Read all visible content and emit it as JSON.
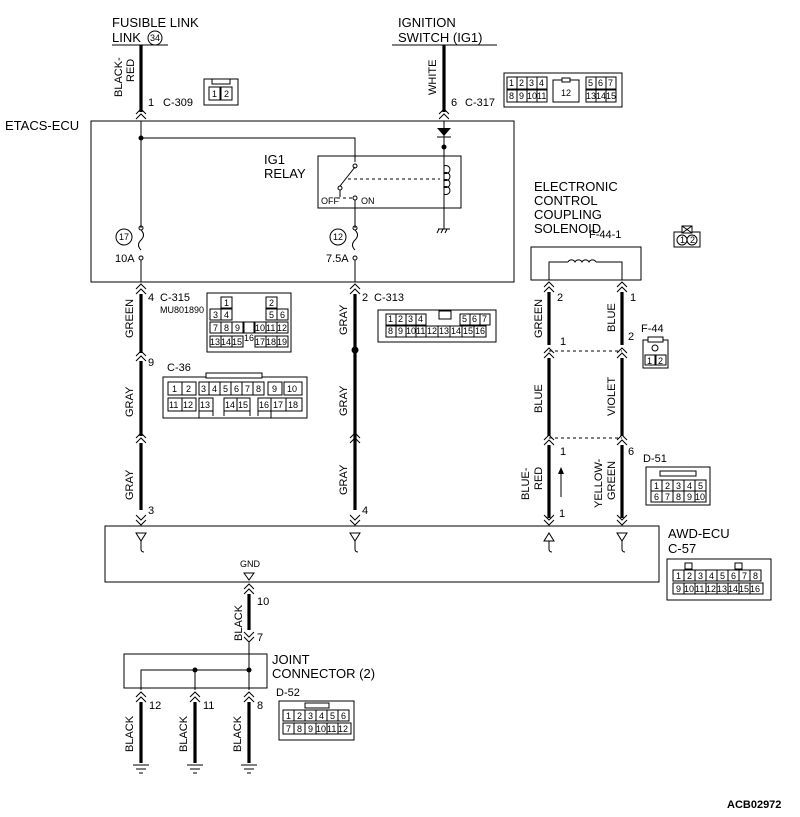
{
  "diagram_id": "ACB02972",
  "sources": {
    "fusible_link": "FUSIBLE LINK",
    "fusible_link_num": "34",
    "ignition_switch_line1": "IGNITION",
    "ignition_switch_line2": "SWITCH (IG1)"
  },
  "wires": {
    "black_red_1": "BLACK-",
    "black_red_2": "RED",
    "white": "WHITE",
    "green_a": "GREEN",
    "gray_a": "GRAY",
    "gray_b": "GRAY",
    "gray_c": "GRAY",
    "gray_d": "GRAY",
    "gray_e": "GRAY",
    "green_b": "GREEN",
    "blue_a": "BLUE",
    "blue_b": "BLUE",
    "violet": "VIOLET",
    "blue_red_1": "BLUE-",
    "blue_red_2": "RED",
    "yellow_green_1": "YELLOW-",
    "yellow_green_2": "GREEN",
    "black_10": "BLACK",
    "black_12": "BLACK",
    "black_11": "BLACK",
    "black_8": "BLACK"
  },
  "connectors": {
    "c309": "C-309",
    "c317": "C-317",
    "c315": "C-315",
    "c315_part": "MU801890",
    "c313": "C-313",
    "c36": "C-36",
    "f441": "F-44-1",
    "f44": "F-44",
    "d51": "D-51",
    "c57": "C-57",
    "d52": "D-52"
  },
  "pins": {
    "p1_c309": "1",
    "p6_c317": "6",
    "p4_c315": "4",
    "p2_c313": "2",
    "p9_c36": "9",
    "p3": "3",
    "p4": "4",
    "p2_f441": "2",
    "p1_f441": "1",
    "p1_f44": "1",
    "p2_f44": "2",
    "p1_d51": "1",
    "p6_d51": "6",
    "p1_bottom": "1",
    "p10": "10",
    "p7": "7",
    "p12": "12",
    "p11": "11",
    "p8": "8"
  },
  "components": {
    "etacs": "ETACS-ECU",
    "relay_1": "IG1",
    "relay_2": "RELAY",
    "off": "OFF",
    "on": "ON",
    "fuse17": "17",
    "fuse12": "12",
    "amp10": "10A",
    "amp75": "7.5A",
    "solenoid_1": "ELECTRONIC",
    "solenoid_2": "CONTROL",
    "solenoid_3": "COUPLING",
    "solenoid_4": "SOLENOID",
    "awd": "AWD-ECU",
    "gnd": "GND",
    "joint_1": "JOINT",
    "joint_2": "CONNECTOR (2)"
  },
  "connector_faces": {
    "c309": [
      [
        "1",
        "2"
      ]
    ],
    "c317_top": [
      "1",
      "2",
      "3",
      "4",
      "",
      "",
      "5",
      "6",
      "7"
    ],
    "c317_bot": [
      "8",
      "9",
      "10",
      "11",
      "12",
      "13",
      "14",
      "15"
    ],
    "c315": [
      [
        "",
        "1",
        "",
        "",
        "2",
        ""
      ],
      [
        "3",
        "4",
        "",
        "",
        "5",
        "6"
      ],
      [
        "7",
        "8",
        "9",
        "",
        "10",
        "11",
        "12"
      ],
      [
        "13",
        "14",
        "15",
        "16",
        "17",
        "18",
        "19"
      ]
    ],
    "c313_top": [
      "1",
      "2",
      "3",
      "4",
      "",
      "",
      "5",
      "6",
      "7"
    ],
    "c313_bot": [
      "8",
      "9",
      "10",
      "11",
      "12",
      "13",
      "14",
      "15",
      "16"
    ],
    "c36_top": [
      "1",
      "2",
      "3",
      "4",
      "5",
      "6",
      "7",
      "8",
      "9",
      "10"
    ],
    "c36_bot": [
      "11",
      "12",
      "13",
      "",
      "14",
      "15",
      "",
      "16",
      "17",
      "18"
    ],
    "f441": [
      "1",
      "2"
    ],
    "f44": [
      "1",
      "2"
    ],
    "d51_top": [
      "1",
      "2",
      "3",
      "4",
      "5"
    ],
    "d51_bot": [
      "6",
      "7",
      "8",
      "9",
      "10"
    ],
    "c57_top": [
      "1",
      "2",
      "3",
      "4",
      "5",
      "6",
      "7",
      "8"
    ],
    "c57_bot": [
      "9",
      "10",
      "11",
      "12",
      "13",
      "14",
      "15",
      "16"
    ],
    "d52_top": [
      "1",
      "2",
      "3",
      "4",
      "5",
      "6"
    ],
    "d52_bot": [
      "7",
      "8",
      "9",
      "10",
      "11",
      "12"
    ]
  }
}
